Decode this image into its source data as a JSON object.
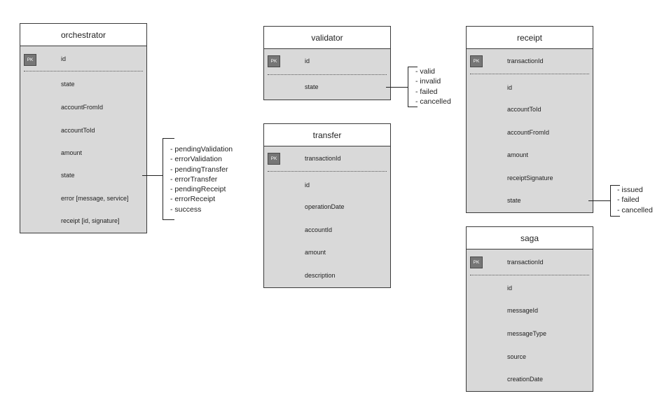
{
  "entities": {
    "orchestrator": {
      "title": "orchestrator",
      "pk_label": "PK",
      "pk_field": "id",
      "fields": [
        "state",
        "accountFromId",
        "accountToId",
        "amount",
        "state",
        "error [message, service]",
        "receipt [id, signature]"
      ]
    },
    "validator": {
      "title": "validator",
      "pk_label": "PK",
      "pk_field": "id",
      "fields": [
        "state"
      ]
    },
    "transfer": {
      "title": "transfer",
      "pk_label": "PK",
      "pk_field": "transactionId",
      "fields": [
        "id",
        "operationDate",
        "accountId",
        "amount",
        "description"
      ]
    },
    "receipt": {
      "title": "receipt",
      "pk_label": "PK",
      "pk_field": "transactionId",
      "fields": [
        "id",
        "accountToId",
        "accountFromId",
        "amount",
        "receiptSignature",
        "state"
      ]
    },
    "saga": {
      "title": "saga",
      "pk_label": "PK",
      "pk_field": "transactionId",
      "fields": [
        "id",
        "messageId",
        "messageType",
        "source",
        "creationDate"
      ]
    }
  },
  "annotations": {
    "orchestrator_state": [
      "- pendingValidation",
      "- errorValidation",
      "- pendingTransfer",
      "- errorTransfer",
      "- pendingReceipt",
      "- errorReceipt",
      "- success"
    ],
    "validator_state": [
      "- valid",
      "- invalid",
      "- failed",
      "- cancelled"
    ],
    "receipt_state": [
      "- issued",
      "- failed",
      "- cancelled"
    ]
  }
}
